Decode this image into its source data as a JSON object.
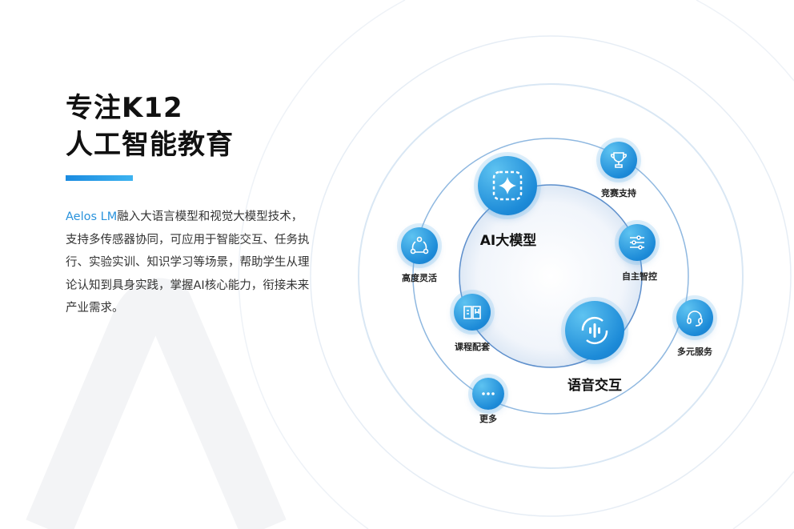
{
  "heading": {
    "line1": "专注K12",
    "line2": "人工智能教育"
  },
  "description": {
    "brand": "Aelos LM",
    "text": "融入大语言模型和视觉大模型技术，支持多传感器协同，可应用于智能交互、任务执行、实验实训、知识学习等场景，帮助学生从理论认知到具身实践，掌握AI核心能力，衔接未来产业需求。"
  },
  "diagram": {
    "core": [
      {
        "label": "AI大模型",
        "icon": "sparkle-icon"
      },
      {
        "label": "语音交互",
        "icon": "voice-wave-icon"
      }
    ],
    "features": [
      {
        "label": "竞赛支持",
        "icon": "trophy-icon"
      },
      {
        "label": "自主智控",
        "icon": "sliders-icon"
      },
      {
        "label": "多元服务",
        "icon": "headset-icon"
      },
      {
        "label": "高度灵活",
        "icon": "share-nodes-icon"
      },
      {
        "label": "课程配套",
        "icon": "book-icon"
      },
      {
        "label": "更多",
        "icon": "more-dots-icon"
      }
    ]
  },
  "colors": {
    "accent": "#1d8bd8",
    "brand_text": "#2a93dc"
  }
}
